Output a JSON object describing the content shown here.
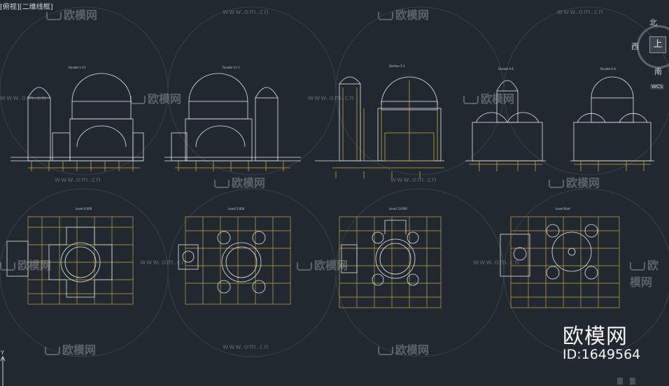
{
  "viewport": {
    "label": "[俯视][二维线框]"
  },
  "watermarks": {
    "url": "www.om.cn",
    "brand": "欧模网"
  },
  "sheets": {
    "elevations": [
      "Facade 1-11",
      "Facade 11-1",
      "Section 1-1",
      "Facade A-E",
      "Facade E-A"
    ],
    "plans": [
      "Level 0.000",
      "Level 5.600",
      "Level 13.600",
      "Level Roof"
    ]
  },
  "viewcube": {
    "north": "北",
    "west": "西",
    "south": "南",
    "top": "上",
    "wcs": "WCS"
  },
  "brand": {
    "name": "欧模网",
    "id": "ID:1649564"
  },
  "axis": {
    "y": "Y"
  },
  "colors": {
    "background": "#212830",
    "lines_white": "#e8e8e8",
    "lines_yellow": "#c9a640",
    "grid_circles": "#3a424b"
  }
}
